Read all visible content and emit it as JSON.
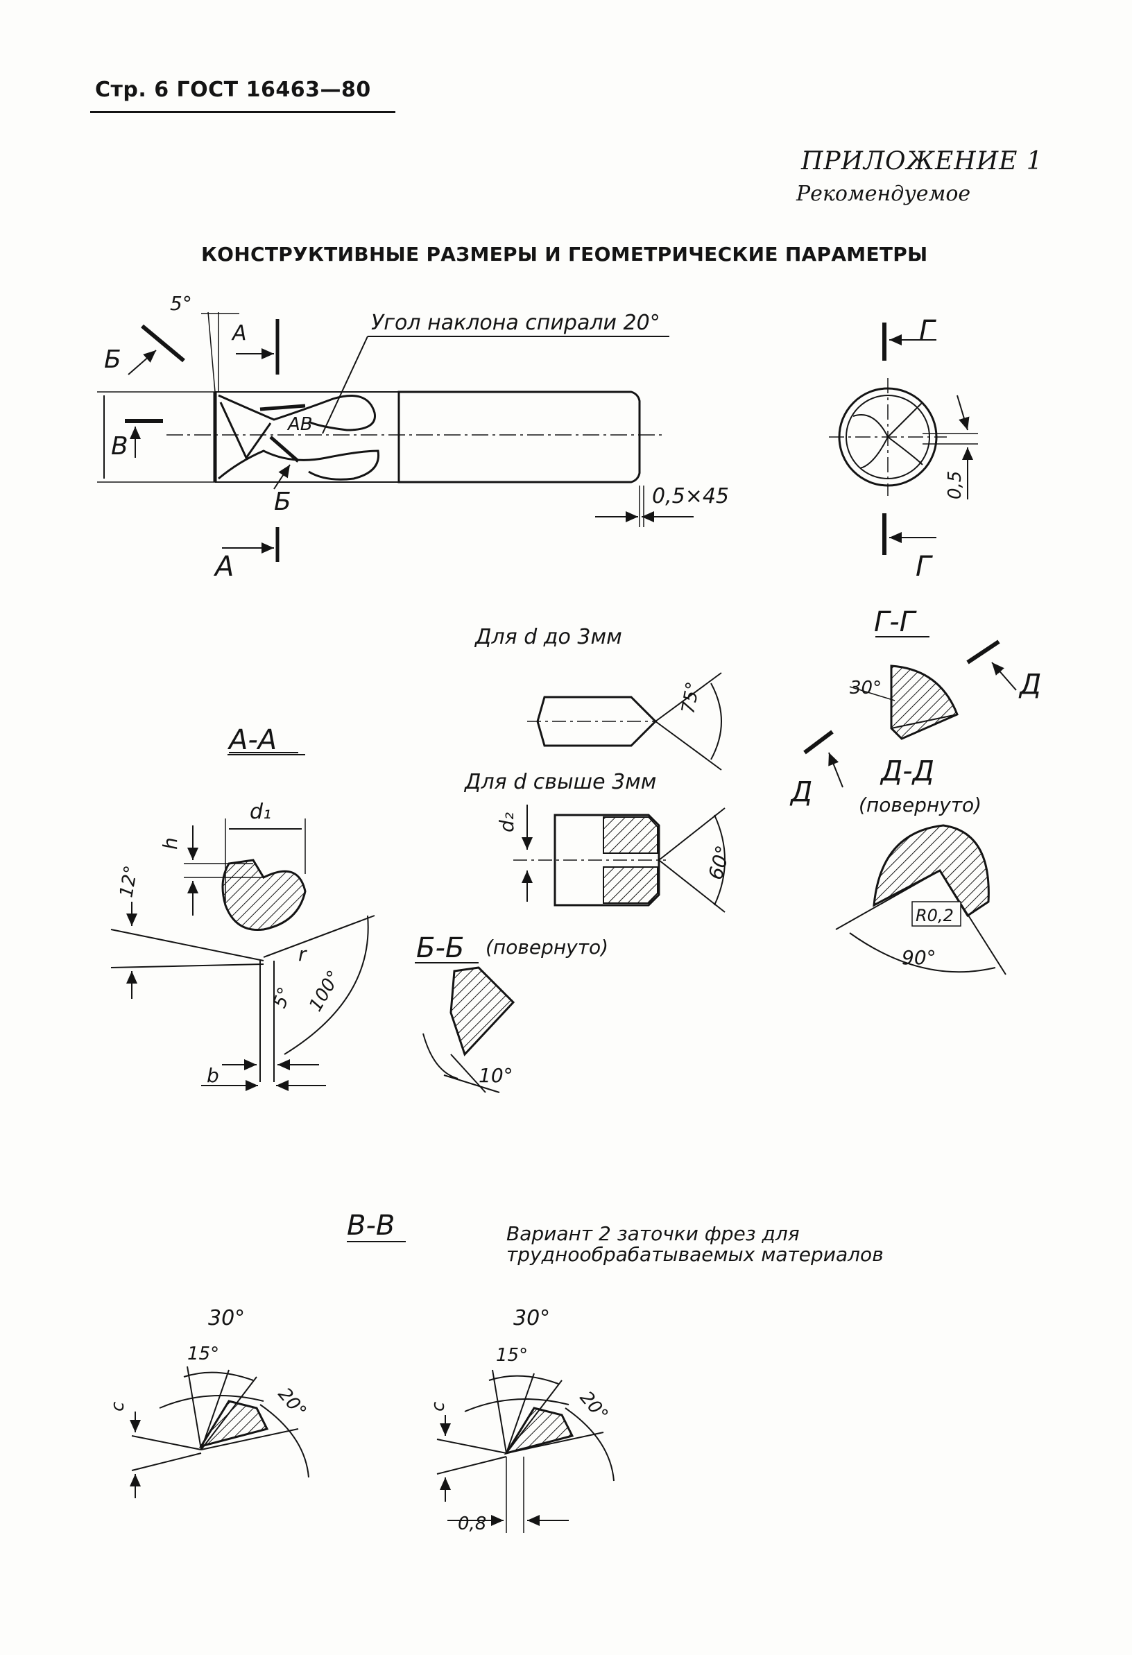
{
  "header": {
    "page_ref": "Стр. 6 ГОСТ 16463—80"
  },
  "appendix": {
    "title": "ПРИЛОЖЕНИЕ 1",
    "subtitle": "Рекомендуемое"
  },
  "title": "КОНСТРУКТИВНЫЕ РАЗМЕРЫ И ГЕОМЕТРИЧЕСКИЕ ПАРАМЕТРЫ",
  "main_view": {
    "helix_note": "Угол наклона спирали 20°",
    "angle_5": "5°",
    "chamfer": "0,5×45",
    "cut_a": "А",
    "cut_b": "Б",
    "cut_v": "В",
    "cut_ab": "АВ"
  },
  "end_view": {
    "cut_g": "Г",
    "dim_05": "0,5"
  },
  "center_small": {
    "caption": "Для d до 3мм",
    "angle": "75°"
  },
  "center_large": {
    "caption": "Для d свыше 3мм",
    "dim_d2": "d₂",
    "angle": "60°"
  },
  "section_aa": {
    "title": "А-А",
    "d1": "d₁",
    "h": "h",
    "angle_12": "12°",
    "r": "r",
    "angle_5": "5°",
    "angle_100": "100°",
    "b": "b"
  },
  "section_bb": {
    "title": "Б-Б",
    "note": "(повернуто)",
    "angle": "10°"
  },
  "section_gg": {
    "title": "Г-Г",
    "angle": "30°",
    "cut_d": "Д"
  },
  "section_dd": {
    "title": "Д-Д",
    "note": "(повернуто)",
    "radius": "R0,2",
    "angle": "90°"
  },
  "section_vv": {
    "title": "В-В",
    "variant_line1": "Вариант 2 заточки фрез для",
    "variant_line2": "труднообрабатываемых материалов",
    "angle_30": "30°",
    "angle_15": "15°",
    "angle_20": "20°",
    "c": "c",
    "dim_08": "0,8"
  }
}
